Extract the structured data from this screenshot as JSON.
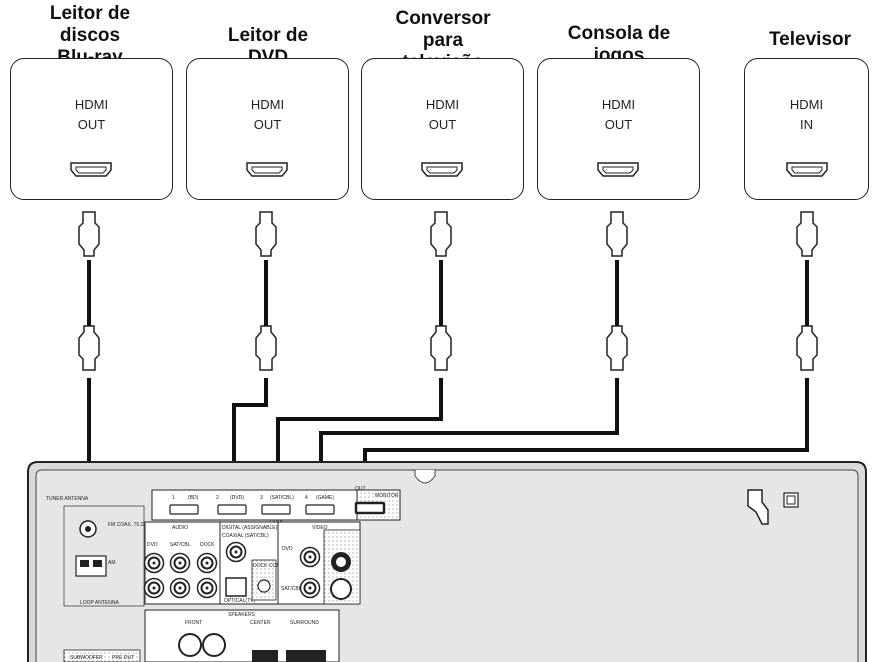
{
  "devices": [
    {
      "title": "Leitor de\ndiscos\nBlu-ray",
      "port": "HDMI\nOUT"
    },
    {
      "title": "Leitor de\nDVD",
      "port": "HDMI\nOUT"
    },
    {
      "title": "Conversor\npara\ntelevisão",
      "port": "HDMI\nOUT"
    },
    {
      "title": "Consola de\njogos",
      "port": "HDMI\nOUT"
    },
    {
      "title": "Televisor",
      "port": "HDMI\nIN"
    }
  ],
  "panel": {
    "tuner": "TUNER ANTENNA",
    "fm": "FM COAX. 75 Ω",
    "am": "AM",
    "loop": "LOOP ANTENNA",
    "hdmi_inputs": [
      "1",
      "(BD)",
      "2",
      "(DVD)",
      "3",
      "(SAT/CBL)",
      "4",
      "(GAME)"
    ],
    "out": "OUT",
    "monitor": "MONITOR",
    "hdmi": "HDMI",
    "audio": "AUDIO",
    "digital": "DIGITAL (ASSIGNABLE)",
    "video": "VIDEO",
    "dvd": "DVD",
    "satcbl": "SAT/CBL",
    "dock": "DOCK",
    "coaxial": "COAXIAL (SAT/CBL)",
    "optical": "OPTICAL(TV)",
    "dock_control": "DOCK CONTROL",
    "speakers": "SPEAKERS",
    "front": "FRONT",
    "center": "CENTER",
    "surround": "SURROUND",
    "subwoofer": "SUBWOOFER",
    "preout": "PRE OUT"
  }
}
